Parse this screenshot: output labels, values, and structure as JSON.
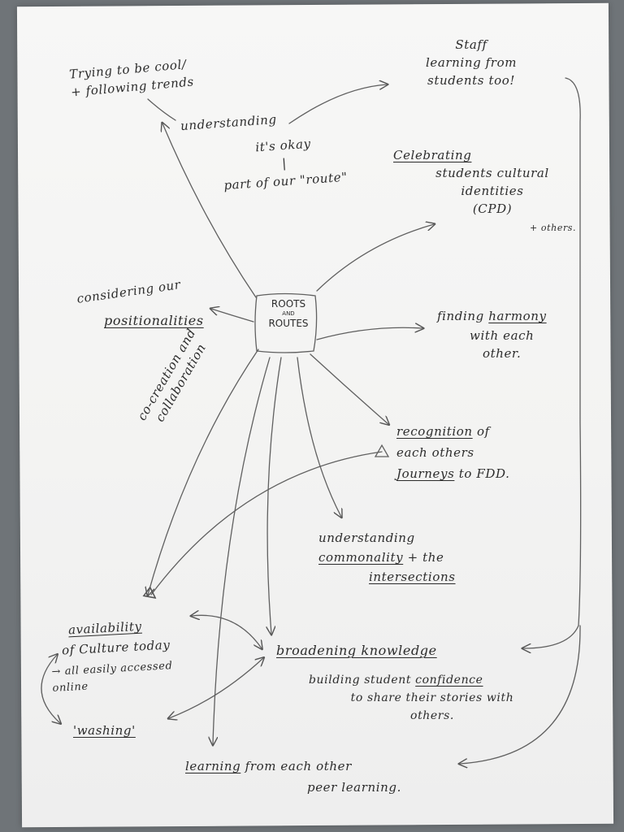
{
  "center": {
    "line1": "ROOTS",
    "line2": "AND",
    "line3": "ROUTES"
  },
  "nodes": {
    "trying": "Trying to be cool/\n+ following trends",
    "understanding_a": "understanding",
    "understanding_b": "it's okay\n|\npart of our \"route\"",
    "staff": "Staff\nlearning from\nstudents too!",
    "celebrating_a": "Celebrating",
    "celebrating_b": "students cultural\nidentities\n(CPD)",
    "celebrating_c": "+ others.",
    "considering_a": "considering our",
    "considering_b": "positionalities",
    "cocreation": "co-creation and\ncollaboration",
    "harmony_a": "finding ",
    "harmony_b": "harmony",
    "harmony_c": "with each\nother.",
    "recognition_a": "recognition",
    "recognition_b": " of\neach others\n",
    "recognition_c": "Journeys",
    "recognition_d": " to FDD.",
    "commonality_a": "understanding\n",
    "commonality_b": "commonality",
    "commonality_c": " + the\n",
    "commonality_d": "intersections",
    "availability_a": "availability",
    "availability_b": "of Culture today",
    "availability_c": "→ all easily accessed\nonline",
    "washing": "'washing'",
    "broadening": "broadening knowledge",
    "building_a": "building student ",
    "building_b": "confidence",
    "building_c": "to share their stories with\nothers.",
    "learning_a": "learning",
    "learning_b": " from each other",
    "learning_c": "peer learning."
  }
}
